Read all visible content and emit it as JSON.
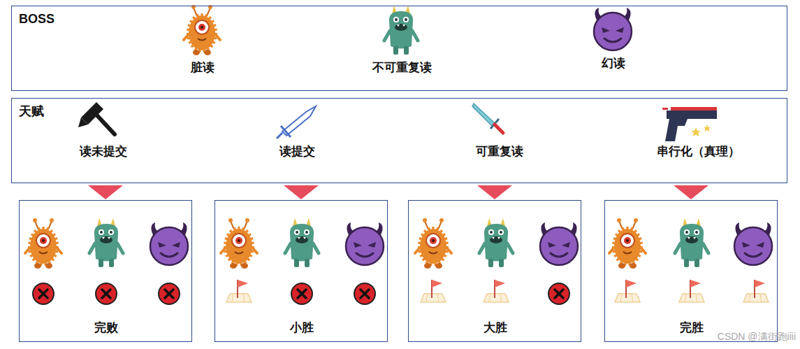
{
  "diagram": {
    "nodes": [
      {
        "text": [
          "BOSS",
          "脏读",
          "不可重复读",
          "幻读"
        ]
      },
      {
        "text": [
          "天赋",
          "读未提交",
          "读提交",
          "可重复读",
          "串行化（真理）"
        ]
      },
      {
        "text": [
          "完败"
        ]
      },
      {
        "text": [
          "小胜"
        ]
      },
      {
        "text": [
          "大胜"
        ]
      },
      {
        "text": [
          "完胜"
        ]
      }
    ],
    "edges": [
      {
        "from": 1,
        "to": 2,
        "arrow": "to"
      },
      {
        "from": 1,
        "to": 3,
        "arrow": "to"
      },
      {
        "from": 1,
        "to": 4,
        "arrow": "to"
      },
      {
        "from": 1,
        "to": 5,
        "arrow": "to"
      }
    ],
    "labels": [
      "CSDN @满街跑iiii"
    ]
  }
}
